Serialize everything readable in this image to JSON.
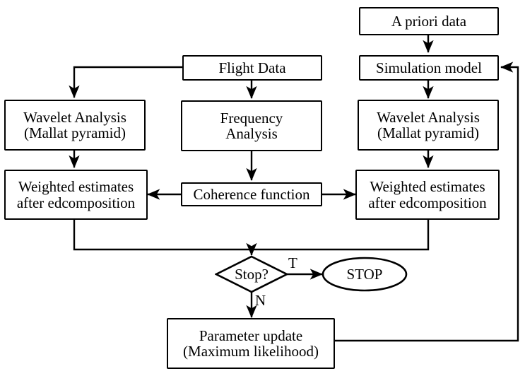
{
  "diagram": {
    "title": "Wavelet-based flight data parameter estimation flowchart",
    "background_color": "#ffffff",
    "line_color": "#000000",
    "text_color": "#000000",
    "nodes": [
      {
        "id": "a-priori-data",
        "shape": "rect",
        "lines": [
          "A priori data"
        ]
      },
      {
        "id": "flight-data",
        "shape": "rect",
        "lines": [
          "Flight Data"
        ]
      },
      {
        "id": "simulation-model",
        "shape": "rect",
        "lines": [
          "Simulation model"
        ]
      },
      {
        "id": "wavelet-analysis-left",
        "shape": "rect",
        "lines": [
          "Wavelet Analysis",
          "(Mallat pyramid)"
        ]
      },
      {
        "id": "frequency-analysis",
        "shape": "rect",
        "lines": [
          "Frequency",
          "Analysis"
        ]
      },
      {
        "id": "wavelet-analysis-right",
        "shape": "rect",
        "lines": [
          "Wavelet Analysis",
          "(Mallat pyramid)"
        ]
      },
      {
        "id": "weighted-estimates-left",
        "shape": "rect",
        "lines": [
          "Weighted estimates",
          "after edcomposition"
        ]
      },
      {
        "id": "coherence-function",
        "shape": "rect",
        "lines": [
          "Coherence function"
        ]
      },
      {
        "id": "weighted-estimates-right",
        "shape": "rect",
        "lines": [
          "Weighted estimates",
          "after edcomposition"
        ]
      },
      {
        "id": "stop-decision",
        "shape": "diamond",
        "lines": [
          "Stop?"
        ]
      },
      {
        "id": "stop-terminal",
        "shape": "ellipse",
        "lines": [
          "STOP"
        ]
      },
      {
        "id": "parameter-update",
        "shape": "rect",
        "lines": [
          "Parameter update",
          "(Maximum likelihood)"
        ]
      }
    ],
    "edge_labels": [
      {
        "id": "branch-true",
        "text": "T"
      },
      {
        "id": "branch-false",
        "text": "N"
      }
    ]
  },
  "nodes": {
    "a_priori_data": {
      "line1": "A priori data"
    },
    "flight_data": {
      "line1": "Flight Data"
    },
    "simulation_model": {
      "line1": "Simulation model"
    },
    "wavelet_left": {
      "line1": "Wavelet Analysis",
      "line2": "(Mallat pyramid)"
    },
    "frequency_analysis": {
      "line1": "Frequency",
      "line2": "Analysis"
    },
    "wavelet_right": {
      "line1": "Wavelet Analysis",
      "line2": "(Mallat pyramid)"
    },
    "weighted_left": {
      "line1": "Weighted estimates",
      "line2": "after edcomposition"
    },
    "coherence": {
      "line1": "Coherence function"
    },
    "weighted_right": {
      "line1": "Weighted estimates",
      "line2": "after edcomposition"
    },
    "stop_decision": {
      "line1": "Stop?"
    },
    "stop_terminal": {
      "line1": "STOP"
    },
    "parameter_update": {
      "line1": "Parameter update",
      "line2": "(Maximum likelihood)"
    }
  },
  "labels": {
    "true_branch": "T",
    "false_branch": "N"
  }
}
